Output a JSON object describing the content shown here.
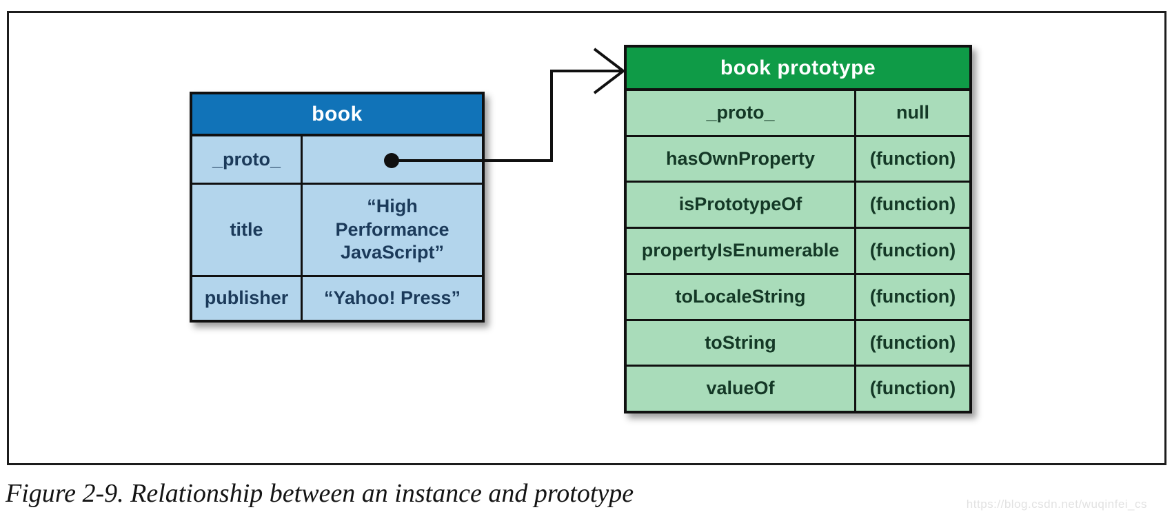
{
  "figure": {
    "caption": "Figure 2-9. Relationship between an instance and prototype",
    "watermark": "https://blog.csdn.net/wuqinfei_cs"
  },
  "book_table": {
    "title": "book",
    "rows": [
      {
        "name": "_proto_",
        "value": ""
      },
      {
        "name": "title",
        "value": "“High Performance JavaScript”"
      },
      {
        "name": "publisher",
        "value": "“Yahoo! Press”"
      }
    ]
  },
  "prototype_table": {
    "title": "book prototype",
    "rows": [
      {
        "name": "_proto_",
        "value": "null"
      },
      {
        "name": "hasOwnProperty",
        "value": "(function)"
      },
      {
        "name": "isPrototypeOf",
        "value": "(function)"
      },
      {
        "name": "propertyIsEnumerable",
        "value": "(function)"
      },
      {
        "name": "toLocaleString",
        "value": "(function)"
      },
      {
        "name": "toString",
        "value": "(function)"
      },
      {
        "name": "valueOf",
        "value": "(function)"
      }
    ]
  },
  "connector": {
    "meaning": "book _proto_ points to book prototype",
    "style": "dot origin, elbow line, open arrowhead"
  },
  "colors": {
    "book_header": "#1173b8",
    "book_cell": "#b3d5ec",
    "book_text": "#1b3a5a",
    "prototype_header": "#0f9b47",
    "prototype_cell": "#a9dcba",
    "prototype_text": "#143826",
    "line": "#101010",
    "watermark": "#e2e2e2"
  }
}
